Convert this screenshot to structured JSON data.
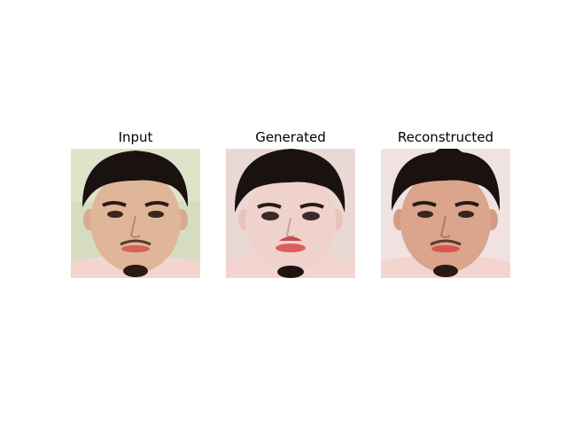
{
  "panels": [
    {
      "title": "Input",
      "image": "face-photo-input"
    },
    {
      "title": "Generated",
      "image": "face-photo-generated"
    },
    {
      "title": "Reconstructed",
      "image": "face-photo-reconstructed"
    }
  ],
  "colors": {
    "input_background": "#d6dcc0",
    "generated_background": "#ead8d4",
    "reconstructed_background": "#efe2e0",
    "hair": "#1a1210",
    "skin_input": "#e0b69a",
    "skin_generated": "#f0d2cc",
    "skin_reconstructed": "#dba48c",
    "shirt": "#f3d4ce",
    "lips": "#d9605a"
  }
}
